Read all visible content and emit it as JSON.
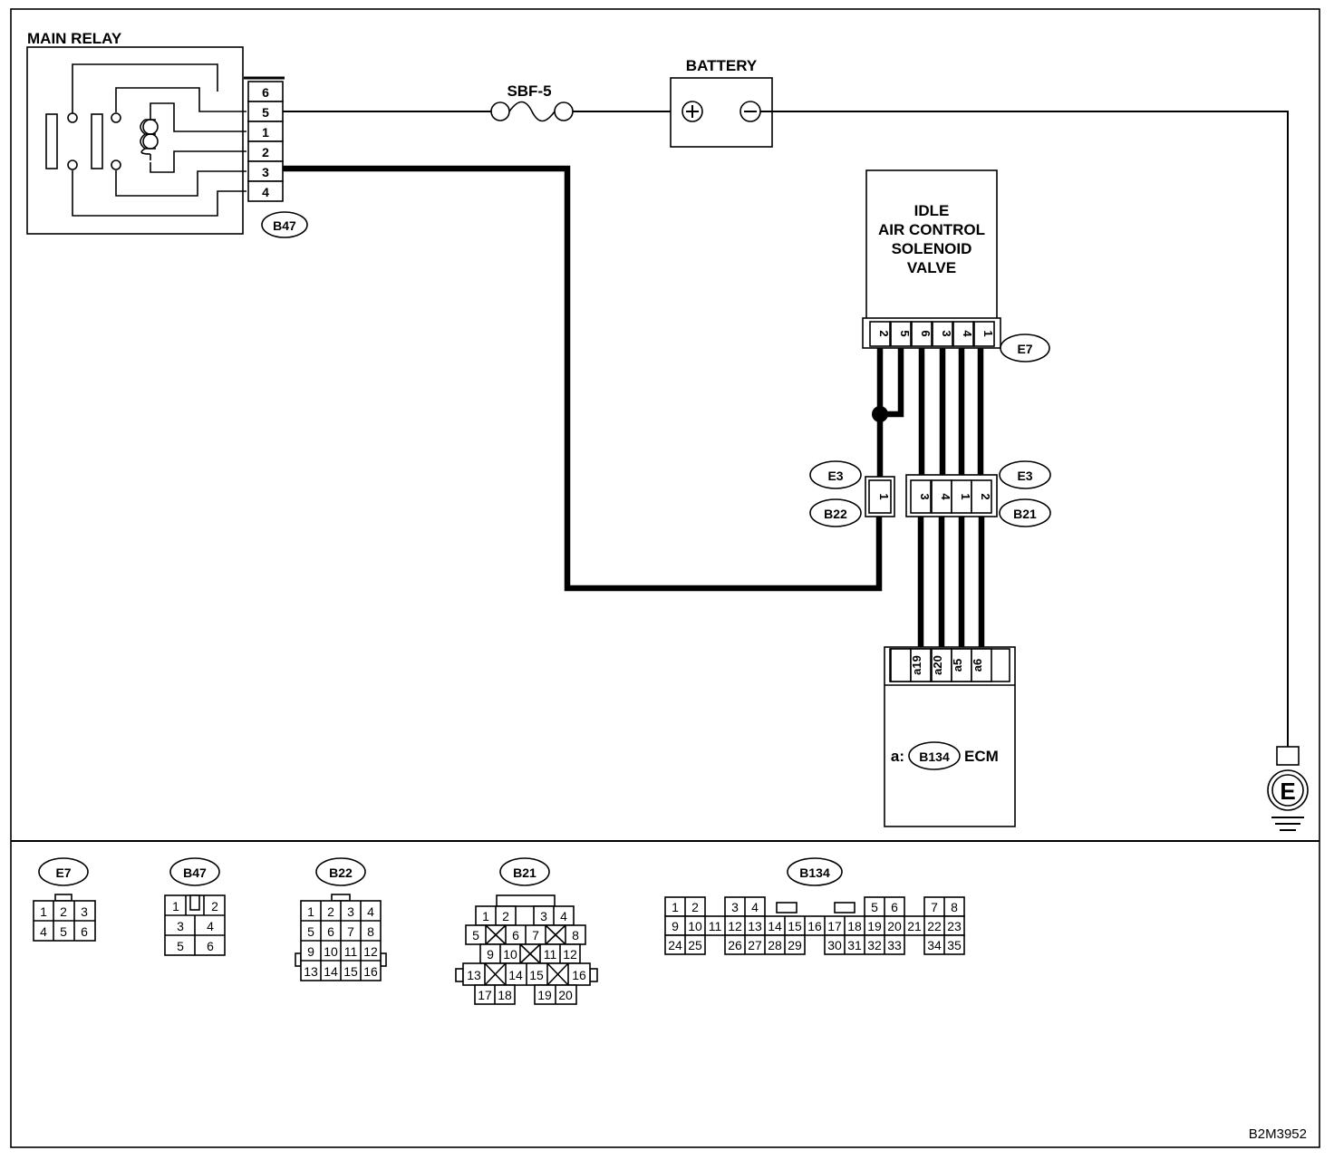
{
  "main_relay": {
    "title": "MAIN RELAY",
    "connector": "B47",
    "terminals": [
      "6",
      "5",
      "1",
      "2",
      "3",
      "4"
    ]
  },
  "fuse": {
    "label": "SBF-5"
  },
  "battery": {
    "label": "BATTERY"
  },
  "iac_valve": {
    "title_lines": [
      "IDLE",
      "AIR CONTROL",
      "SOLENOID",
      "VALVE"
    ],
    "connector": "E7",
    "terminals": [
      "2",
      "5",
      "6",
      "3",
      "4",
      "1"
    ]
  },
  "joint_connectors": {
    "left_upper": "E3",
    "left_lower": "B22",
    "left_pin": "1",
    "right_upper": "E3",
    "right_lower": "B21",
    "right_pins": [
      "3",
      "4",
      "1",
      "2"
    ]
  },
  "ecm": {
    "prefix": "a:",
    "connector": "B134",
    "label": "ECM",
    "terminals": [
      "a19",
      "a20",
      "a5",
      "a6"
    ]
  },
  "ground": {
    "symbol": "E"
  },
  "connector_views": {
    "e7": {
      "name": "E7",
      "rows": [
        [
          "1",
          "2",
          "3"
        ],
        [
          "4",
          "5",
          "6"
        ]
      ]
    },
    "b47": {
      "name": "B47",
      "rows": [
        [
          "1",
          "2"
        ],
        [
          "3",
          "4"
        ],
        [
          "5",
          "6"
        ]
      ]
    },
    "b22": {
      "name": "B22",
      "rows": [
        [
          "1",
          "2",
          "3",
          "4"
        ],
        [
          "5",
          "6",
          "7",
          "8"
        ],
        [
          "9",
          "10",
          "11",
          "12"
        ],
        [
          "13",
          "14",
          "15",
          "16"
        ]
      ]
    },
    "b21": {
      "name": "B21",
      "rows": [
        [
          "1",
          "2",
          "3",
          "4"
        ],
        [
          "5",
          "6",
          "7",
          "8"
        ],
        [
          "9",
          "10",
          "11",
          "12"
        ],
        [
          "13",
          "14",
          "15",
          "16"
        ],
        [
          "17",
          "18",
          "19",
          "20"
        ]
      ]
    },
    "b134": {
      "name": "B134",
      "rows": [
        [
          "1",
          "2",
          "3",
          "4",
          "5",
          "6",
          "7",
          "8"
        ],
        [
          "9",
          "10",
          "11",
          "12",
          "13",
          "14",
          "15",
          "16",
          "17",
          "18",
          "19",
          "20",
          "21",
          "22",
          "23"
        ],
        [
          "24",
          "25",
          "26",
          "27",
          "28",
          "29",
          "30",
          "31",
          "32",
          "33",
          "34",
          "35"
        ]
      ]
    }
  },
  "figure_code": "B2M3952"
}
